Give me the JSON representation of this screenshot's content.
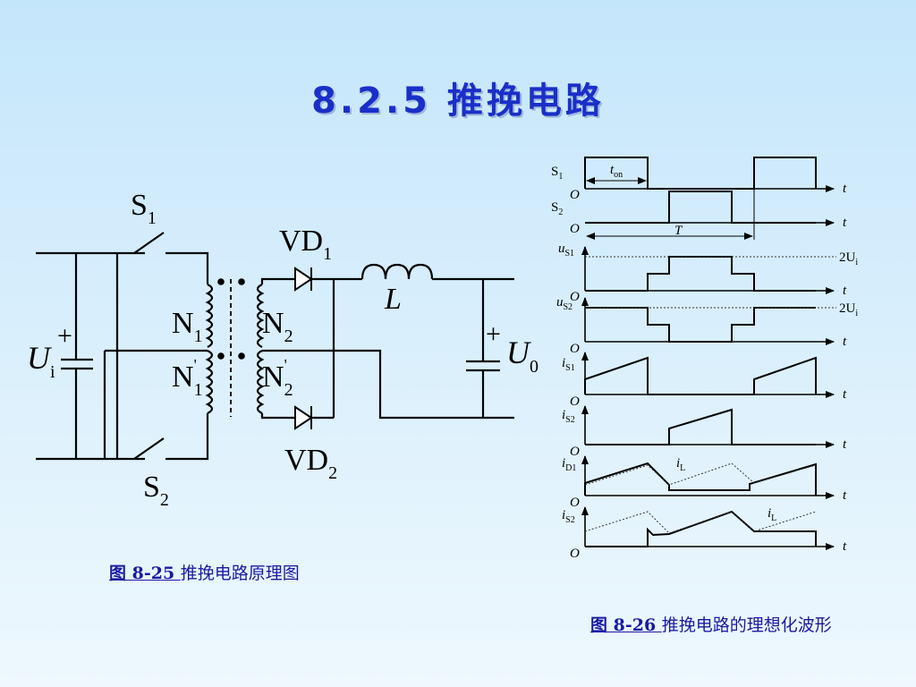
{
  "title": "8.2.5 推挽电路",
  "circuit": {
    "s1": "S",
    "s1_sub": "1",
    "s2": "S",
    "s2_sub": "2",
    "vd1": "VD",
    "vd1_sub": "1",
    "vd2": "VD",
    "vd2_sub": "2",
    "n1": "N",
    "n1_sub": "1",
    "n1p": "N",
    "n1p_sub": "1",
    "n1p_sup": "'",
    "n2": "N",
    "n2_sub": "2",
    "n2p": "N",
    "n2p_sub": "2",
    "n2p_sup": "'",
    "l": "L",
    "ui": "U",
    "ui_sub": "i",
    "uo": "U",
    "uo_sub": "0",
    "plus": "+"
  },
  "waves": {
    "s1": "S",
    "s1_sub": "1",
    "s2": "S",
    "s2_sub": "2",
    "ton": "t",
    "ton_sub": "on",
    "T": "T",
    "us1": "u",
    "us1_sub": "S1",
    "us2": "u",
    "us2_sub": "S2",
    "is1": "i",
    "is1_sub": "S1",
    "is2": "i",
    "is2_sub": "S2",
    "id1": "i",
    "id1_sub": "D1",
    "is2b": "i",
    "is2b_sub": "S2",
    "il": "i",
    "il_sub": "L",
    "two_ui": "2U",
    "two_ui_sub": "i",
    "origin": "O",
    "t": "t"
  },
  "captions": {
    "fig25_num": "图 8-25 ",
    "fig25_text": "推挽电路原理图",
    "fig26_num": "图 8-26 ",
    "fig26_text": "推挽电路的理想化波形"
  }
}
